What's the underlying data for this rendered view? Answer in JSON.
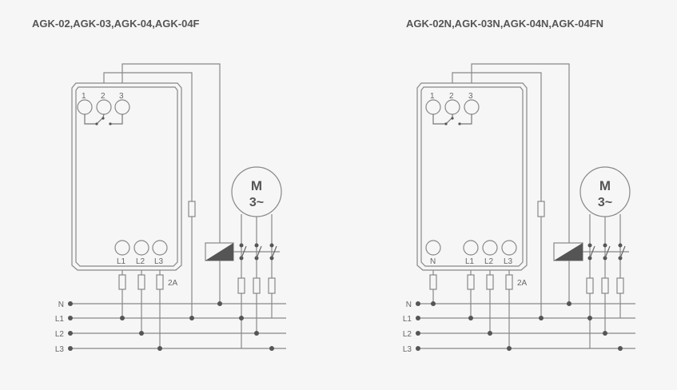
{
  "diagrams": [
    {
      "title": "AGK-02,AGK-03,AGK-04,AGK-04F",
      "top_terminals": [
        "1",
        "2",
        "3"
      ],
      "bottom_terminals": [
        "L1",
        "L2",
        "L3"
      ],
      "fuse_rating": "2A",
      "motor": {
        "line1": "M",
        "line2": "3~"
      },
      "bus_labels": [
        "N",
        "L1",
        "L2",
        "L3"
      ]
    },
    {
      "title": "AGK-02N,AGK-03N,AGK-04N,AGK-04FN",
      "top_terminals": [
        "1",
        "2",
        "3"
      ],
      "bottom_terminals": [
        "N",
        "L1",
        "L2",
        "L3"
      ],
      "fuse_rating": "2A",
      "motor": {
        "line1": "M",
        "line2": "3~"
      },
      "bus_labels": [
        "N",
        "L1",
        "L2",
        "L3"
      ]
    }
  ],
  "colors": {
    "line": "#888888",
    "dark": "#555555",
    "background": "#f6f6f6"
  }
}
